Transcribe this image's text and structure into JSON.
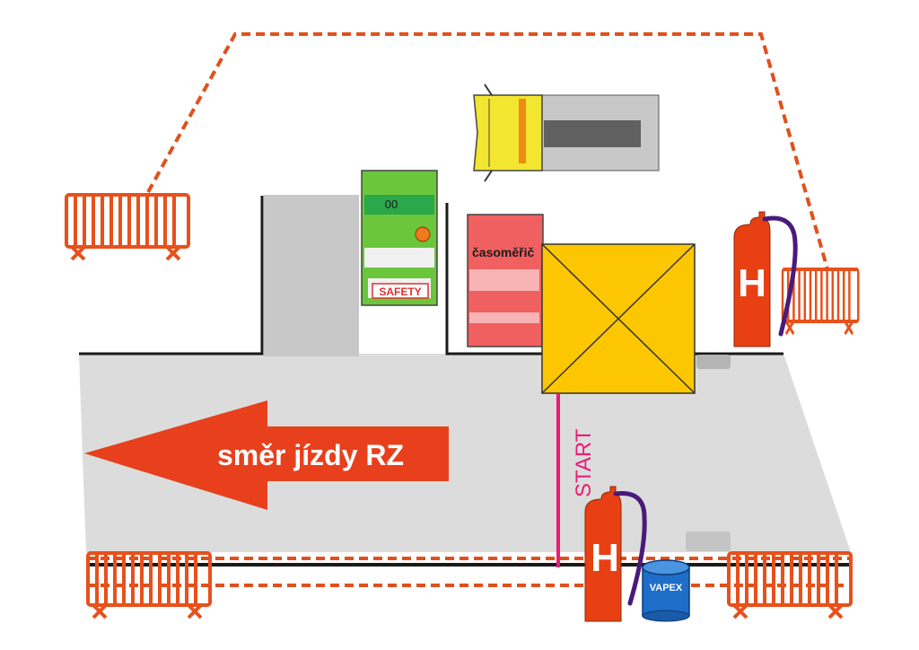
{
  "labels": {
    "direction": "směr jízdy RZ",
    "start": "START",
    "safety_car_number": "00",
    "safety": "SAFETY",
    "timing_car": "časoměřič",
    "extinguisher_right": "H",
    "extinguisher_bottom": "H",
    "barrel": "VAPEX"
  },
  "colors": {
    "road": "#dcdcdc",
    "dashed_line": "#e0501c",
    "arrow": "#e8401c",
    "start_line": "#e61e78",
    "tent": "#fcc600",
    "safety_car": "#6cc63c",
    "timing_car": "#f06060",
    "truck_cab": "#f2e630",
    "extinguisher": "#e84012",
    "barrel": "#1e6ec8",
    "barrier": "#e8501c"
  },
  "icons": [
    "barrier-icon",
    "fire-extinguisher-icon",
    "barrel-icon",
    "truck-icon",
    "car-icon",
    "tent-icon",
    "arrow-left-icon"
  ]
}
